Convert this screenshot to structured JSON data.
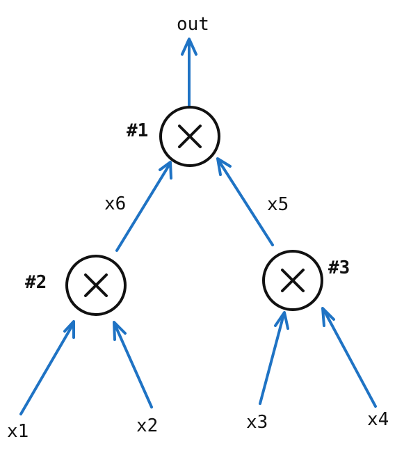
{
  "diagram": {
    "output_label": "out",
    "nodes": [
      {
        "id": "n1",
        "label": "#1",
        "operator": "multiply"
      },
      {
        "id": "n2",
        "label": "#2",
        "operator": "multiply"
      },
      {
        "id": "n3",
        "label": "#3",
        "operator": "multiply"
      }
    ],
    "inputs": [
      {
        "id": "x1",
        "label": "x1"
      },
      {
        "id": "x2",
        "label": "x2"
      },
      {
        "id": "x3",
        "label": "x3"
      },
      {
        "id": "x4",
        "label": "x4"
      }
    ],
    "edge_labels": {
      "n2_to_n1": "x6",
      "n3_to_n1": "x5"
    },
    "colors": {
      "edge": "#1f73c4",
      "node_stroke": "#111111",
      "text": "#111111"
    }
  }
}
